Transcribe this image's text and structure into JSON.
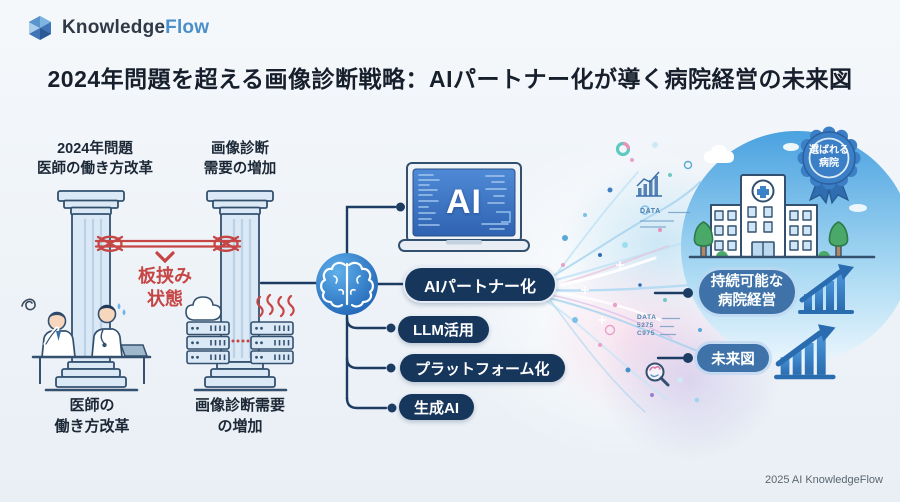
{
  "brand": {
    "logo_text_primary": "Knowledge",
    "logo_text_accent": "Flow"
  },
  "title": "2024年問題を超える画像診断戦略：AIパートナー化が導く病院経営の未来図",
  "challenge": {
    "left_pillar_heading": "2024年問題\n医師の働き方改革",
    "right_pillar_heading": "画像診断\n需要の増加",
    "squeeze_state": "板挟み\n状態",
    "left_pillar_caption": "医師の\n働き方改革",
    "right_pillar_caption": "画像診断需要\nの増加"
  },
  "solution": {
    "screen_label": "AI",
    "items": [
      {
        "label": "AIパートナー化"
      },
      {
        "label": "LLM活用"
      },
      {
        "label": "プラットフォーム化"
      },
      {
        "label": "生成AI"
      }
    ]
  },
  "outcome": {
    "badge_label": "選ばれる\n病院",
    "items": [
      {
        "label": "持続可能な\n病院経営"
      },
      {
        "label": "未来図"
      }
    ]
  },
  "stream_decor": {
    "data_label_top": "DATA",
    "data_label_bottom": "DATA",
    "code_line_1": "5275",
    "code_line_2": "C975"
  },
  "footer": "2025 AI KnowledgeFlow",
  "colors": {
    "accent_navy": "#16365c",
    "accent_red": "#c64545",
    "accent_blue": "#3b7fc6",
    "pill_blue": "#3e72a8"
  }
}
